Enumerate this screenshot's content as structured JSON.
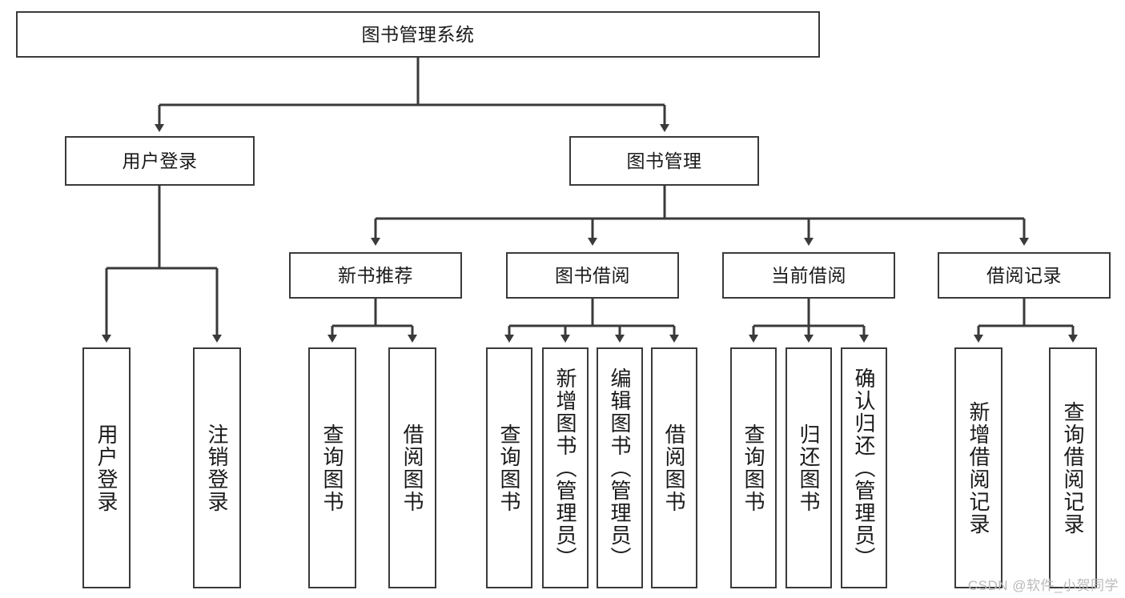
{
  "diagram": {
    "title": "图书管理系统",
    "type": "tree-hierarchy",
    "watermark": "CSDN @软件_小贺同学",
    "colors": {
      "box_border": "#3a3a3a",
      "box_fill": "#ffffff",
      "connector": "#3a3a3a",
      "text": "#1a1a1a",
      "watermark": "#b9b9b9",
      "background": "#ffffff"
    },
    "levels": {
      "root": {
        "label": "图书管理系统"
      },
      "level2": [
        {
          "label": "用户登录"
        },
        {
          "label": "图书管理"
        }
      ],
      "level3": [
        {
          "label": "新书推荐"
        },
        {
          "label": "图书借阅"
        },
        {
          "label": "当前借阅"
        },
        {
          "label": "借阅记录"
        }
      ],
      "leaves": {
        "user_login": [
          {
            "label": "用户登录"
          },
          {
            "label": "注销登录"
          }
        ],
        "new_book_recommend": [
          {
            "label": "查询图书"
          },
          {
            "label": "借阅图书"
          }
        ],
        "book_borrow": [
          {
            "label": "查询图书"
          },
          {
            "label": "新增图书（管理员）"
          },
          {
            "label": "编辑图书（管理员）"
          },
          {
            "label": "借阅图书"
          }
        ],
        "current_borrow": [
          {
            "label": "查询图书"
          },
          {
            "label": "归还图书"
          },
          {
            "label": "确认归还（管理员）"
          }
        ],
        "borrow_record": [
          {
            "label": "新增借阅记录"
          },
          {
            "label": "查询借阅记录"
          }
        ]
      }
    }
  }
}
